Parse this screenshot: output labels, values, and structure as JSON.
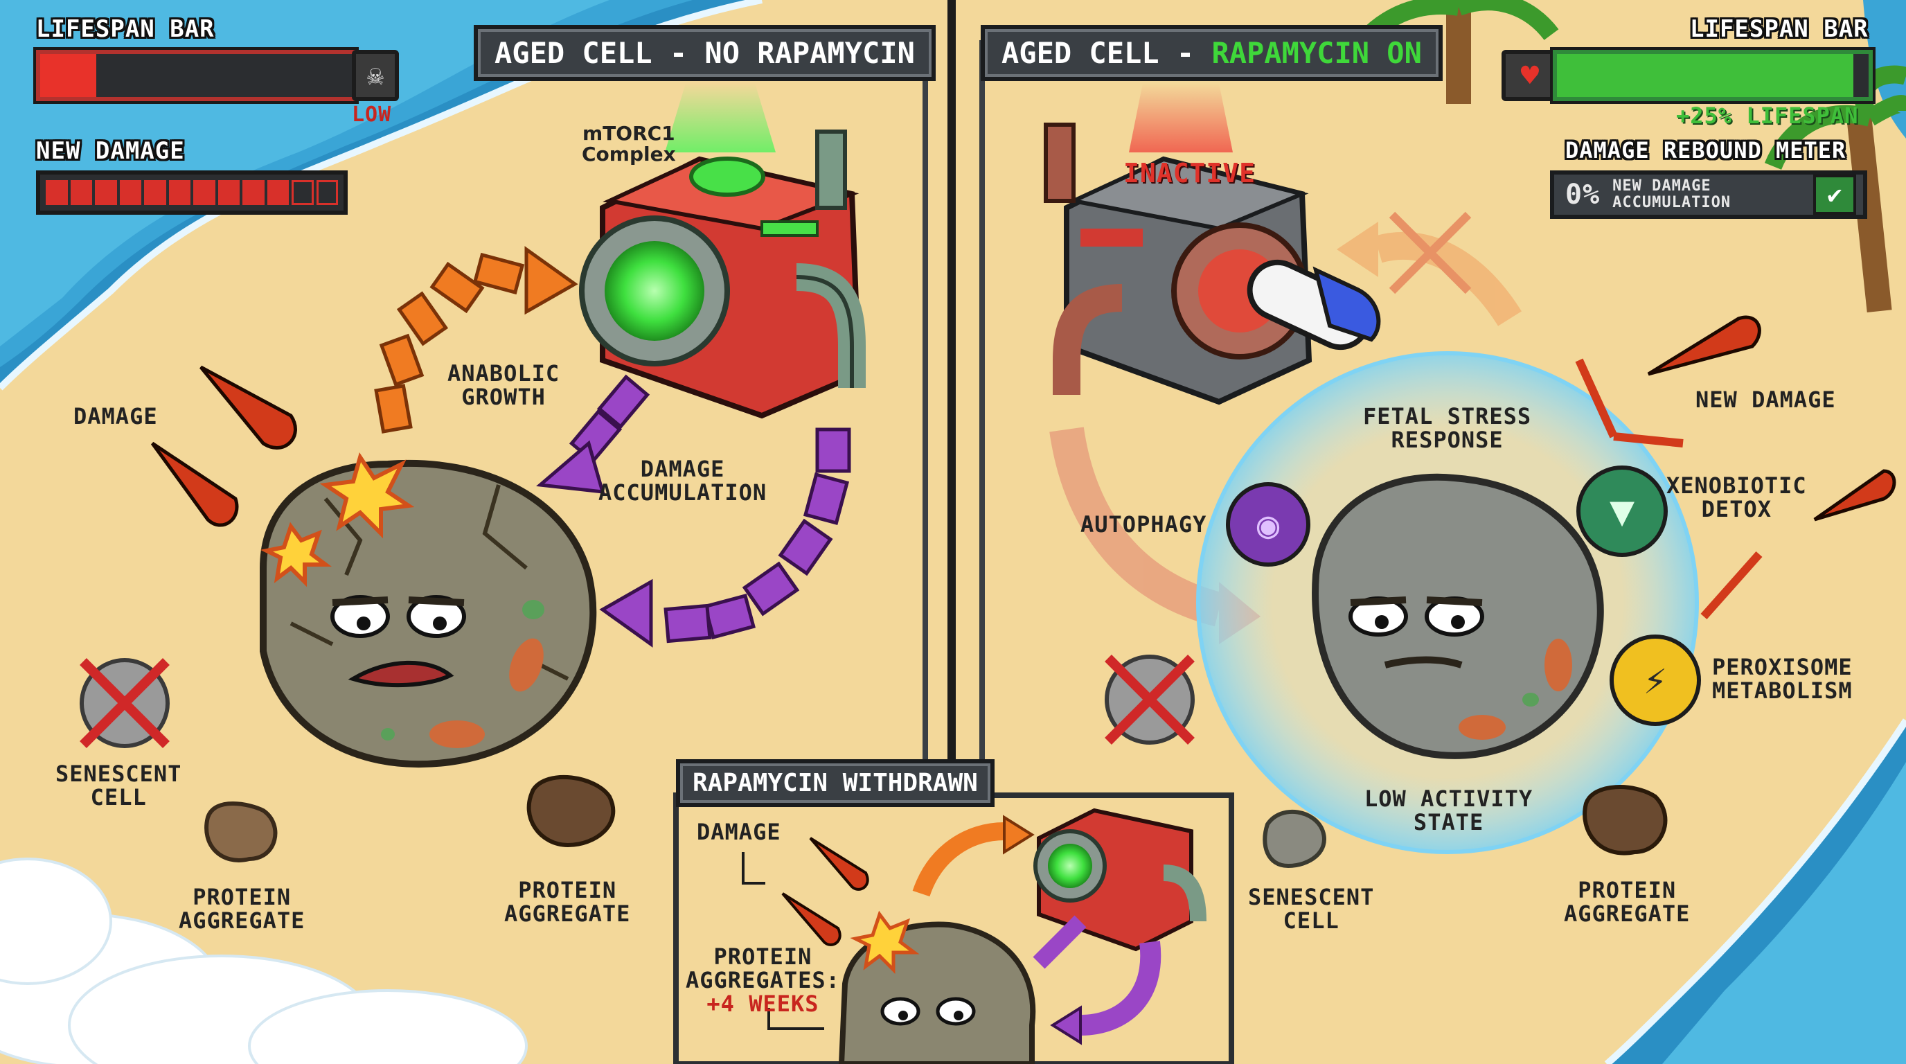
{
  "left_panel": {
    "title": "AGED CELL - NO RAPAMYCIN"
  },
  "right_panel": {
    "title_prefix": "AGED CELL - ",
    "title_highlight": "RAPAMYCIN ON"
  },
  "inset_panel": {
    "title": "RAPAMYCIN WITHDRAWN"
  },
  "hud_left": {
    "lifespan_label": "LIFESPAN BAR",
    "lifespan_level": 0.18,
    "lifespan_status": "LOW",
    "damage_label": "NEW DAMAGE",
    "damage_segments_filled": 10,
    "damage_segments_total": 12
  },
  "hud_right": {
    "lifespan_label": "LIFESPAN BAR",
    "lifespan_level": 0.95,
    "lifespan_bonus": "+25% LIFESPAN",
    "rebound_label": "DAMAGE REBOUND METER",
    "rebound_value": "0%",
    "rebound_text_1": "NEW DAMAGE",
    "rebound_text_2": "ACCUMULATION"
  },
  "left_labels": {
    "mtorc1_1": "mTORC1",
    "mtorc1_2": "Complex",
    "anabolic_1": "ANABOLIC",
    "anabolic_2": "GROWTH",
    "damage": "DAMAGE",
    "damage_acc_1": "DAMAGE",
    "damage_acc_2": "ACCUMULATION",
    "senescent_1": "SENESCENT",
    "senescent_2": "CELL",
    "protein_a_1": "PROTEIN",
    "protein_a_2": "AGGREGATE",
    "protein_b_1": "PROTEIN",
    "protein_b_2": "AGGREGATE"
  },
  "right_labels": {
    "inactive": "INACTIVE",
    "fetal_1": "FETAL STRESS",
    "fetal_2": "RESPONSE",
    "autophagy": "AUTOPHAGY",
    "new_damage": "NEW DAMAGE",
    "xeno_1": "XENOBIOTIC",
    "xeno_2": "DETOX",
    "perox_1": "PEROXISOME",
    "perox_2": "METABOLISM",
    "low_1": "LOW ACTIVITY",
    "low_2": "STATE",
    "senescent_1": "SENESCENT",
    "senescent_2": "CELL",
    "protein_1": "PROTEIN",
    "protein_2": "AGGREGATE"
  },
  "inset_labels": {
    "damage": "DAMAGE",
    "agg_1": "PROTEIN",
    "agg_2": "AGGREGATES:",
    "agg_time": "+4 WEEKS"
  },
  "colors": {
    "sand": "#f3d89a",
    "ocean": "#2a8fc4",
    "low_red": "#c8251e",
    "bonus_green": "#3fbf3a",
    "mtor_red": "#d23a32",
    "mtor_green_glow": "#48e048",
    "arrow_orange": "#f07b22",
    "arrow_purple": "#9a46c6",
    "shield_blue": "#7fd3f4"
  },
  "icons": [
    "skull-icon",
    "heart-icon",
    "check-icon",
    "gear-icon",
    "pill-icon",
    "fireball-icon",
    "autophagy-icon",
    "funnel-icon",
    "battery-icon",
    "palm-tree-icon"
  ]
}
